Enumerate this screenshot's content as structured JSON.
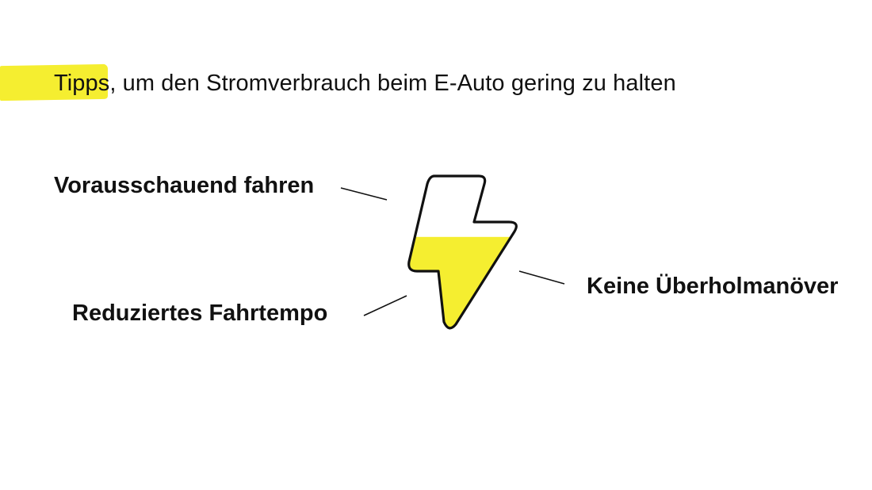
{
  "title": "Tipps, um den Stromverbrauch beim E-Auto gering zu halten",
  "tips": [
    "Vorausschauend fahren",
    "Reduziertes Fahrtempo",
    "Keine Überholmanöver"
  ],
  "battery_fill_level": 0.6,
  "colors": {
    "accent_yellow": "#f5ee30",
    "outline": "#111111",
    "text": "#111111",
    "background": "#ffffff"
  },
  "icons": [
    "lightning-bolt-icon"
  ]
}
